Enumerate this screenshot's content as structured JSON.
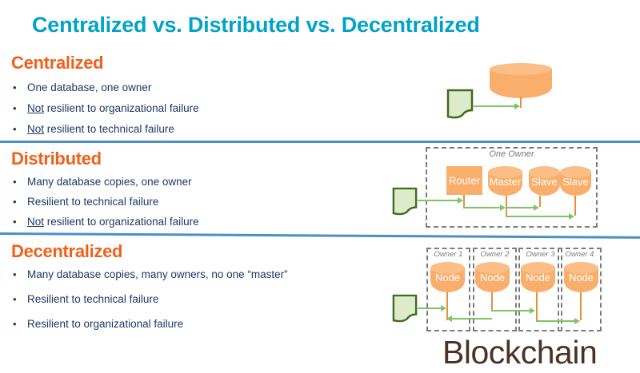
{
  "slide": {
    "title": "Centralized vs. Distributed vs. Decentralized",
    "colors": {
      "title": "#00A3C8",
      "heading": "#F1601A",
      "bullet_text": "#1F3864",
      "divider": "#4A90C4",
      "db_orange": "#F9AE6B",
      "db_orange_top": "#FBBE86",
      "arrow_green": "#7DC567",
      "connector_orange": "#E8913C",
      "doc_fill": "#DDEBCB",
      "doc_stroke": "#3F6B1E",
      "dash_gray": "#7B7B7B",
      "blockchain_brown": "#4A3326"
    }
  },
  "sections": [
    {
      "heading": "Centralized",
      "bullets": [
        {
          "neg": "",
          "rest": "One database, one owner"
        },
        {
          "neg": "Not",
          "rest": " resilient to organizational failure"
        },
        {
          "neg": "Not",
          "rest": " resilient to technical failure"
        }
      ]
    },
    {
      "heading": "Distributed",
      "bullets": [
        {
          "neg": "",
          "rest": "Many database copies, one owner"
        },
        {
          "neg": "",
          "rest": "Resilient to technical failure"
        },
        {
          "neg": "Not",
          "rest": " resilient to organizational failure"
        }
      ]
    },
    {
      "heading": "Decentralized",
      "bullets": [
        {
          "neg": "",
          "rest": "Many database copies, many owners, no one “master”"
        },
        {
          "neg": "",
          "rest": "Resilient to technical failure"
        },
        {
          "neg": "",
          "rest": "Resilient to organizational failure"
        }
      ]
    }
  ],
  "diagrams": {
    "centralized": {
      "database_label": "",
      "doc_name": "client-document"
    },
    "distributed": {
      "group_label": "One Owner",
      "nodes": [
        {
          "type": "rect",
          "label": "Router"
        },
        {
          "type": "cylinder",
          "label": "Master"
        },
        {
          "type": "cylinder",
          "label": "Slave"
        },
        {
          "type": "cylinder",
          "label": "Slave"
        }
      ]
    },
    "decentralized": {
      "owners": [
        {
          "group_label": "Owner 1",
          "node_label": "Node"
        },
        {
          "group_label": "Owner 2",
          "node_label": "Node"
        },
        {
          "group_label": "Owner 3",
          "node_label": "Node"
        },
        {
          "group_label": "Owner 4",
          "node_label": "Node"
        }
      ],
      "caption": "Blockchain"
    }
  }
}
